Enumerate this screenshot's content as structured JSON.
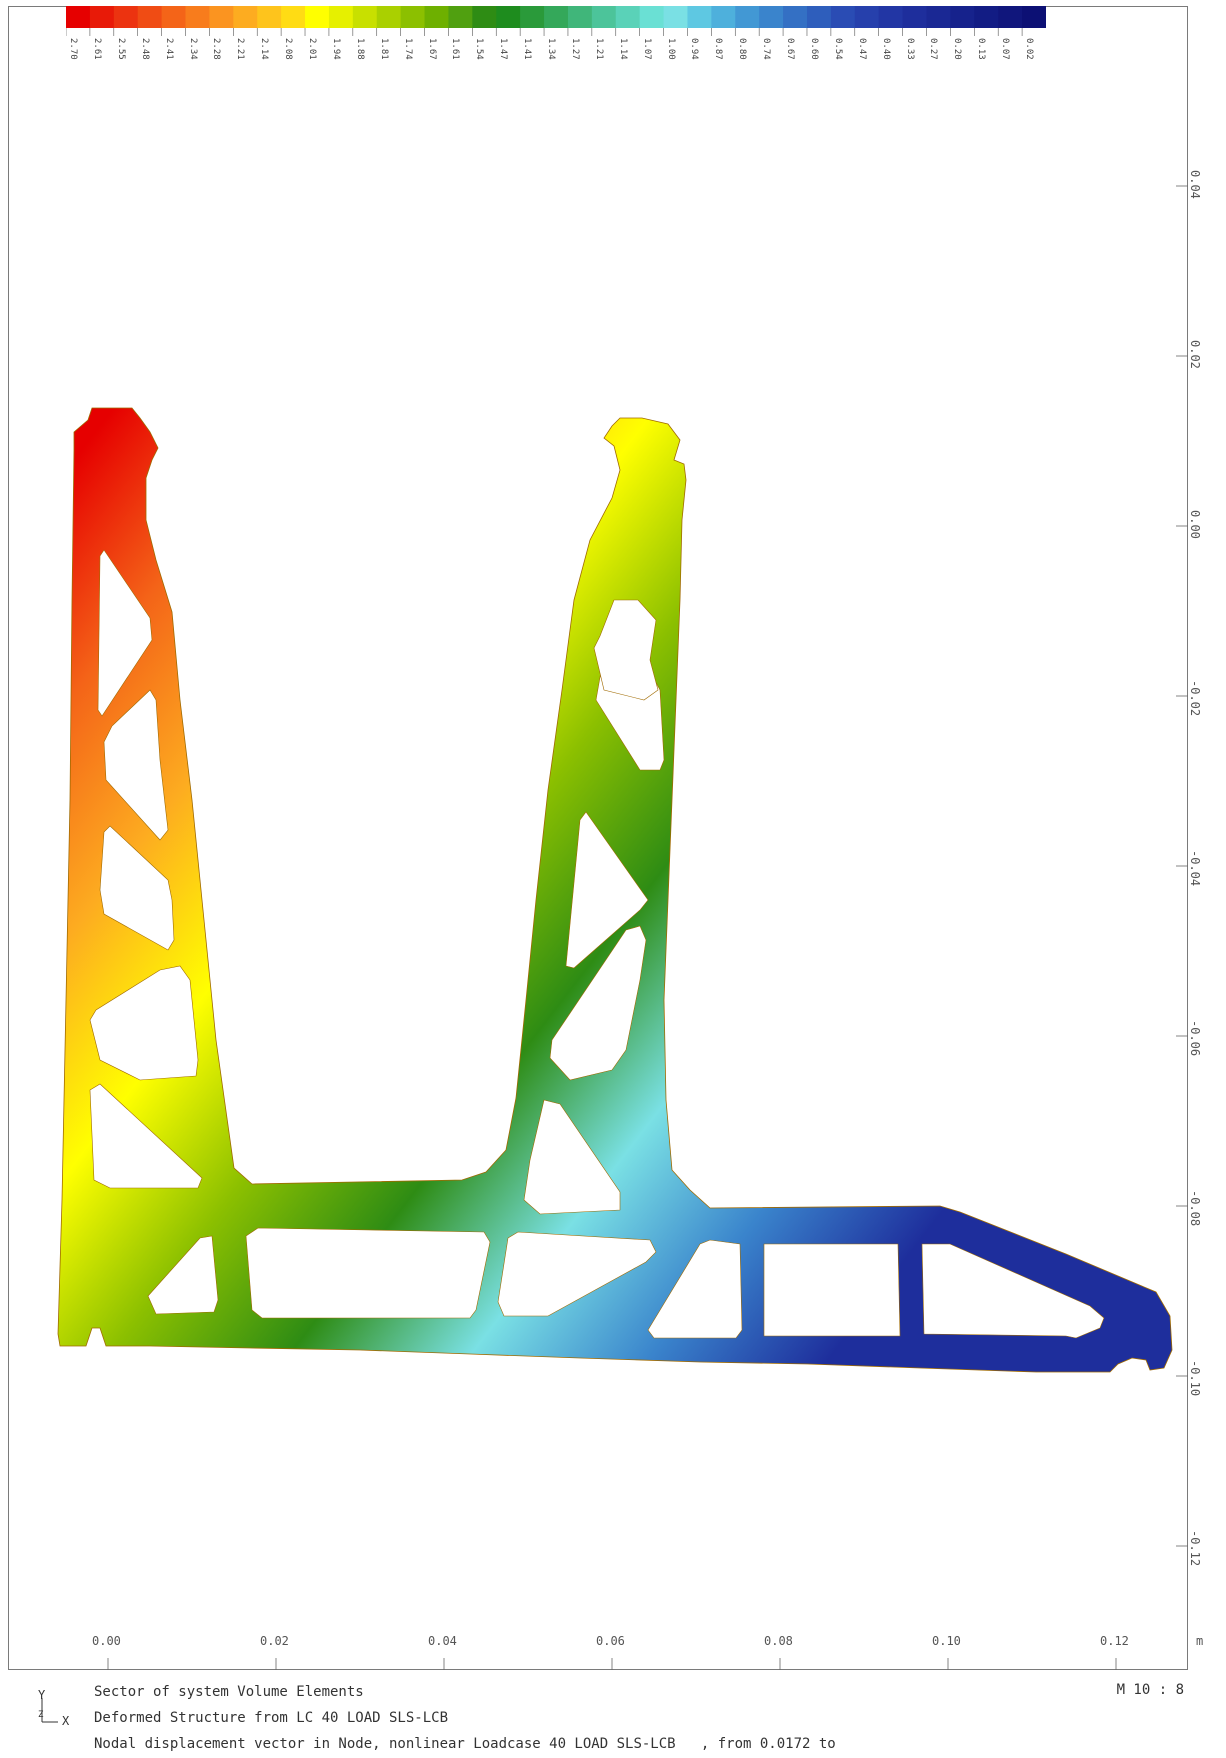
{
  "colorbar": {
    "labels": [
      "2.70",
      "2.61",
      "2.55",
      "2.48",
      "2.41",
      "2.34",
      "2.28",
      "2.21",
      "2.14",
      "2.08",
      "2.01",
      "1.94",
      "1.88",
      "1.81",
      "1.74",
      "1.67",
      "1.61",
      "1.54",
      "1.47",
      "1.41",
      "1.34",
      "1.27",
      "1.21",
      "1.14",
      "1.07",
      "1.00",
      "0.94",
      "0.87",
      "0.80",
      "0.74",
      "0.67",
      "0.60",
      "0.54",
      "0.47",
      "0.40",
      "0.33",
      "0.27",
      "0.20",
      "0.13",
      "0.07",
      "0.02"
    ],
    "colors": [
      "#e60000",
      "#e81a08",
      "#ec3310",
      "#f04c14",
      "#f46418",
      "#f87c1c",
      "#fb9420",
      "#fdac20",
      "#fec41c",
      "#ffdc14",
      "#ffff00",
      "#e6f000",
      "#c8e000",
      "#aad000",
      "#8cc000",
      "#6eb000",
      "#50a010",
      "#2e8c14",
      "#1e8c1e",
      "#2a9a3a",
      "#34a85a",
      "#40b67a",
      "#4cc49a",
      "#5ad2b8",
      "#6ae0d4",
      "#7ae0e4",
      "#5ec8e2",
      "#4eb0dc",
      "#4298d4",
      "#3a84cc",
      "#3470c4",
      "#2e5ebc",
      "#2a4cb4",
      "#2640ac",
      "#2236a4",
      "#1e2e9c",
      "#1a2894",
      "#16228c",
      "#121c84",
      "#10167c",
      "#0c1074"
    ]
  },
  "x_axis": {
    "ticks": [
      "0.00",
      "0.02",
      "0.04",
      "0.06",
      "0.08",
      "0.10",
      "0.12"
    ],
    "unit": "m"
  },
  "y_axis": {
    "ticks": [
      "0.04",
      "0.02",
      "0.00",
      "-0.02",
      "-0.04",
      "-0.06",
      "-0.08",
      "-0.10",
      "-0.12"
    ]
  },
  "footer": {
    "line1": "Sector of system Volume Elements",
    "line2": "Deformed Structure from LC 40 LOAD SLS-LCB",
    "line3": "Nodal displacement vector in Node, nonlinear Loadcase 40 LOAD SLS-LCB   , from 0.0172 to",
    "scale": "M 10 : 8",
    "axis_y": "Y",
    "axis_x": "X",
    "axis_z": "Z"
  },
  "structure": {
    "gradient": [
      "#e60000",
      "#f46418",
      "#fdac20",
      "#ffff00",
      "#8cc000",
      "#2e8c14",
      "#7ae0e4",
      "#3a84cc",
      "#1e2e9c"
    ]
  }
}
